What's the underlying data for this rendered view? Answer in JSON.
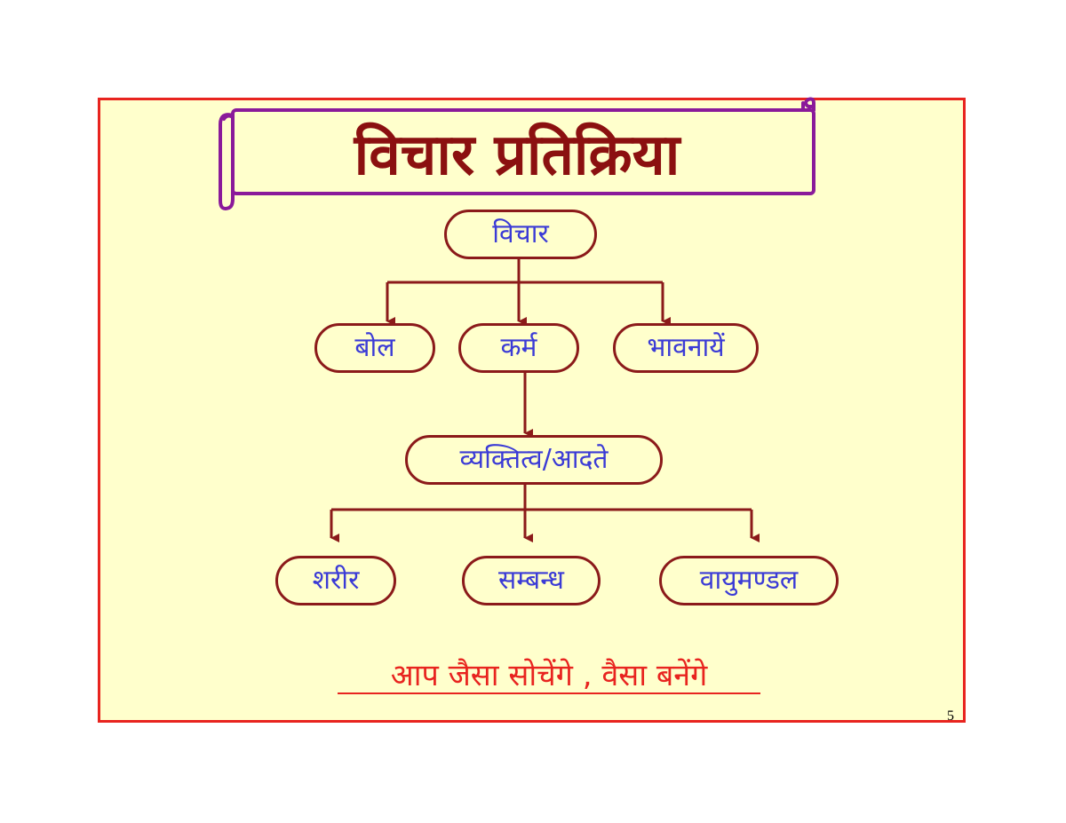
{
  "title": "विचार प्रतिक्रिया",
  "nodes": {
    "root": "विचार",
    "bol": "बोल",
    "karm": "कर्म",
    "bhavnayen": "भावनायें",
    "vyaktitva": "व्यक्तित्व/आदते",
    "sharir": "शरीर",
    "sambandh": "सम्बन्ध",
    "vayumandal": "वायुमण्डल"
  },
  "tagline": "आप जैसा सोचेंगे , वैसा बनेंगे",
  "page_number": "5",
  "colors": {
    "slide_background": "#ffffcc",
    "slide_border": "#e8241f",
    "scroll_border": "#8a1a9a",
    "title_text": "#8b1010",
    "node_border": "#8b1a1a",
    "node_text": "#3b3bd6",
    "connector": "#8b1a1a",
    "tagline_text": "#e8241f"
  },
  "icons": {
    "title_banner": "scroll-banner-icon"
  }
}
